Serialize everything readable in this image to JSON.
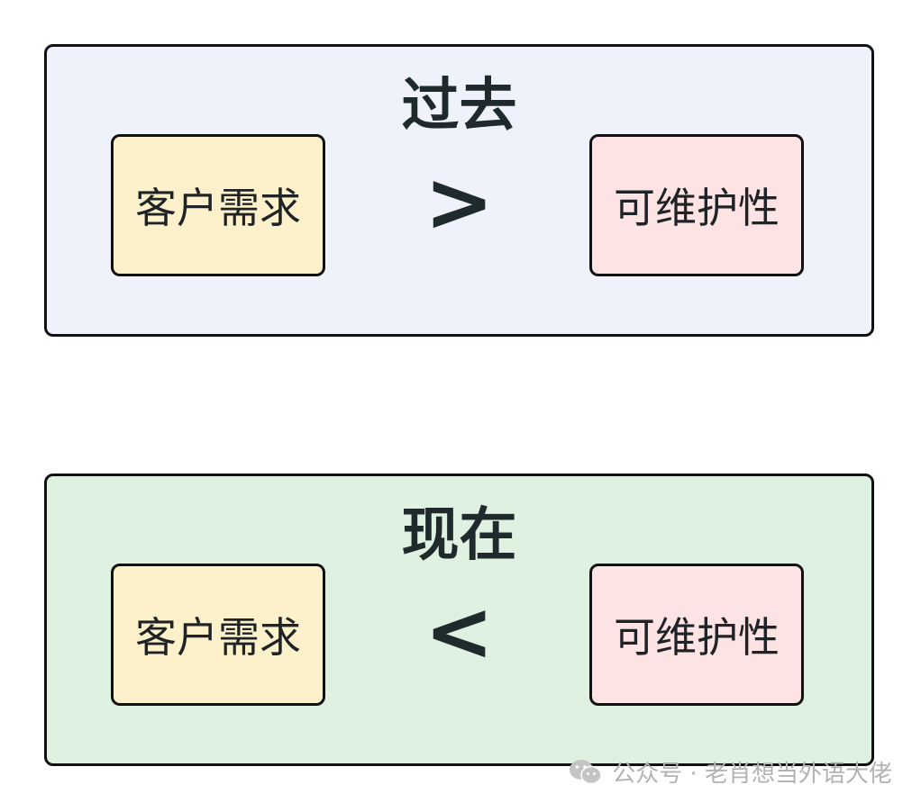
{
  "panels": [
    {
      "title": "过去",
      "left_box": "客户需求",
      "operator": ">",
      "right_box": "可维护性"
    },
    {
      "title": "现在",
      "left_box": "客户需求",
      "operator": "<",
      "right_box": "可维护性"
    }
  ],
  "watermark": {
    "text": "公众号 · 老肖想当外语大佬",
    "icon": "wechat-icon"
  },
  "colors": {
    "past_panel": "#eff2fb",
    "now_panel": "#dff1e1",
    "customer_box": "#fdf1cc",
    "maintainability_box": "#fde3e3",
    "border": "#111111"
  }
}
